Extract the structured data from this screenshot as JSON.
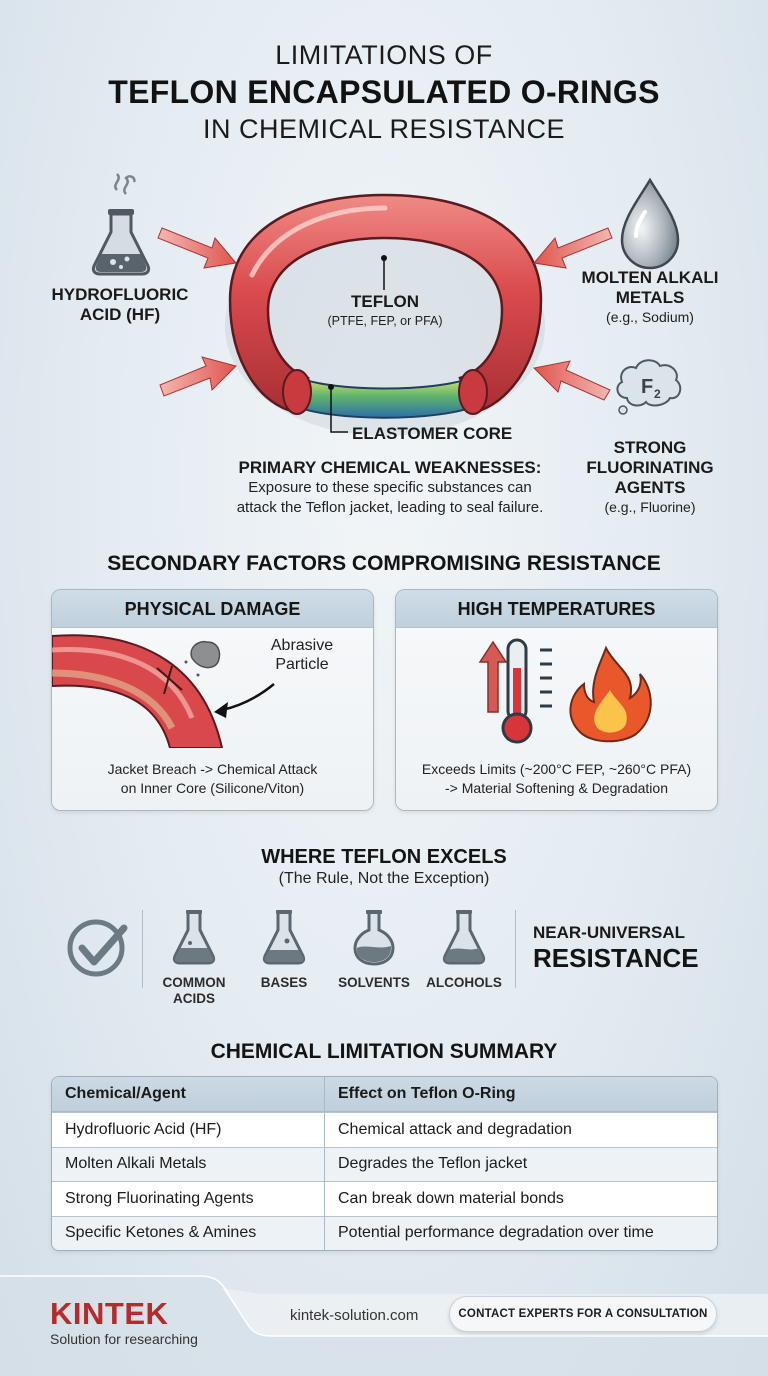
{
  "title": {
    "line1": "LIMITATIONS OF",
    "line2": "TEFLON ENCAPSULATED O-RINGS",
    "line3": "IN CHEMICAL RESISTANCE"
  },
  "diagram": {
    "ring_label": "TEFLON",
    "ring_sublabel": "(PTFE, FEP, or PFA)",
    "core_label": "ELASTOMER CORE",
    "threats": [
      {
        "icon": "flask-fumes-icon",
        "title_line1": "HYDROFLUORIC",
        "title_line2": "ACID (HF)",
        "example": ""
      },
      {
        "icon": "metal-drop-icon",
        "title_line1": "MOLTEN ALKALI",
        "title_line2": "METALS",
        "example": "(e.g., Sodium)"
      },
      {
        "icon": "f2-cloud-icon",
        "title_line1": "STRONG",
        "title_line2": "FLUORINATING",
        "title_line3": "AGENTS",
        "example": "(e.g., Fluorine)",
        "icon_text": "F",
        "icon_sub": "2"
      }
    ],
    "primary_title": "PRIMARY CHEMICAL WEAKNESSES:",
    "primary_desc_line1": "Exposure to these specific substances can",
    "primary_desc_line2": "attack the Teflon jacket, leading to seal failure."
  },
  "secondary": {
    "heading": "SECONDARY FACTORS COMPROMISING RESISTANCE",
    "cards": [
      {
        "title": "PHYSICAL DAMAGE",
        "annotation_line1": "Abrasive",
        "annotation_line2": "Particle",
        "caption_line1": "Jacket Breach -> Chemical Attack",
        "caption_line2": "on Inner Core (Silicone/Viton)"
      },
      {
        "title": "HIGH TEMPERATURES",
        "caption_line1": "Exceeds Limits (~200°C FEP, ~260°C PFA)",
        "caption_line2": "-> Material Softening & Degradation"
      }
    ]
  },
  "excels": {
    "title": "WHERE TEFLON EXCELS",
    "subtitle": "(The Rule, Not the Exception)",
    "items": [
      {
        "label_line1": "COMMON",
        "label_line2": "ACIDS",
        "icon": "erlenmeyer-flask-icon"
      },
      {
        "label_line1": "BASES",
        "label_line2": "",
        "icon": "erlenmeyer-flask-icon"
      },
      {
        "label_line1": "SOLVENTS",
        "label_line2": "",
        "icon": "round-flask-icon"
      },
      {
        "label_line1": "ALCOHOLS",
        "label_line2": "",
        "icon": "erlenmeyer-flask-icon"
      }
    ],
    "result_line1": "NEAR-UNIVERSAL",
    "result_line2": "RESISTANCE"
  },
  "summary": {
    "heading": "CHEMICAL LIMITATION SUMMARY",
    "columns": [
      "Chemical/Agent",
      "Effect on Teflon O-Ring"
    ],
    "rows": [
      [
        "Hydrofluoric Acid (HF)",
        "Chemical attack and degradation"
      ],
      [
        "Molten Alkali Metals",
        "Degrades the Teflon jacket"
      ],
      [
        "Strong Fluorinating Agents",
        "Can break down material bonds"
      ],
      [
        "Specific Ketones & Amines",
        "Potential performance degradation over time"
      ]
    ]
  },
  "footer": {
    "brand": "KINTEK",
    "tagline": "Solution for researching",
    "website": "kintek-solution.com",
    "cta": "CONTACT EXPERTS FOR A CONSULTATION"
  },
  "colors": {
    "brand_red": "#b52a2a",
    "ring_red": "#d9454a",
    "arrow_red": "#e0554f",
    "icon_gray": "#5b6770"
  }
}
